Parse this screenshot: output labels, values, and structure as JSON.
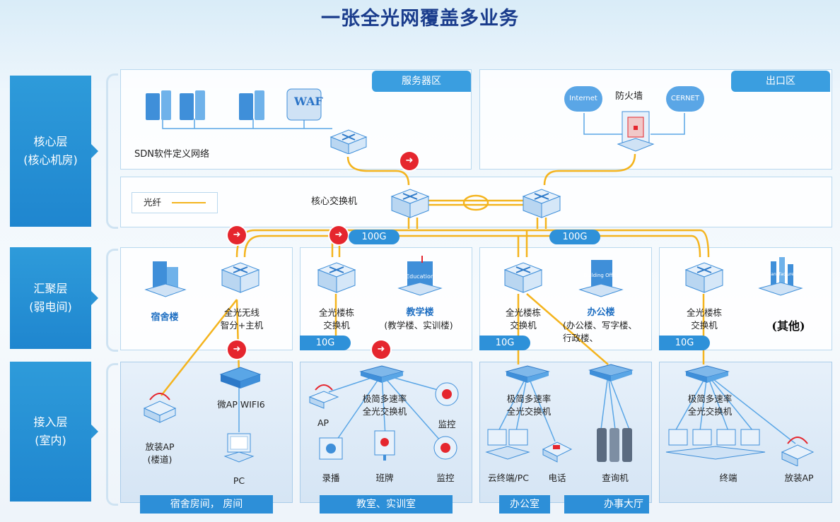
{
  "title": "一张全光网覆盖多业务",
  "layers": {
    "core": {
      "line1": "核心层",
      "line2": "(核心机房)"
    },
    "aggregation": {
      "line1": "汇聚层",
      "line2": "(弱电间)"
    },
    "access": {
      "line1": "接入层",
      "line2": "(室内)"
    }
  },
  "core": {
    "server_zone": "服务器区",
    "exit_zone": "出口区",
    "sdn_label": "SDN软件定义网络",
    "firewall": "防火墙",
    "internet": "Internet",
    "cernet": "CERNET",
    "waf_label": "WAF",
    "fiber_legend": "光纤",
    "core_switch": "核心交换机",
    "uplink_left": "100G",
    "uplink_right": "100G"
  },
  "aggregation": {
    "dorm": {
      "building": "宿舍楼",
      "device_l1": "全光无线",
      "device_l2": "智分+主机"
    },
    "teach": {
      "device_l1": "全光楼栋",
      "device_l2": "交换机",
      "building": "教学楼",
      "building_sub": "(教学楼、实训楼)",
      "speed": "10G",
      "icon_text": "Education"
    },
    "office": {
      "device_l1": "全光楼栋",
      "device_l2": "交换机",
      "building": "办公楼",
      "sub_l1": "(办公楼、写字楼、",
      "sub_l2": "行政楼、",
      "speed": "10G",
      "icon_text": "Building Office"
    },
    "other": {
      "device_l1": "全光楼栋",
      "device_l2": "交换机",
      "building": "(其他)",
      "speed": "10G",
      "icon_text": "Manufacture"
    }
  },
  "access": {
    "dorm": {
      "ap_l1": "放装AP",
      "ap_l2": "(楼道)",
      "micro_ap": "微AP WIFI6",
      "pc": "PC",
      "bottom": "宿舍房间，  房间"
    },
    "classroom": {
      "switch_l1": "极简多速率",
      "switch_l2": "全光交换机",
      "ap": "AP",
      "monitor1": "监控",
      "record": "录播",
      "board": "班牌",
      "monitor2": "监控",
      "bottom": "教室、实训室"
    },
    "office": {
      "switch_l1": "极简多速率",
      "switch_l2": "全光交换机",
      "cloud": "云终端/PC",
      "phone": "电话",
      "kiosk": "查询机",
      "bottom1": "办公室",
      "bottom2": "办事大厅"
    },
    "other": {
      "switch_l1": "极简多速率",
      "switch_l2": "全光交换机",
      "terminal": "终端",
      "ap": "放装AP",
      "bottom": ""
    }
  },
  "colors": {
    "fiber": "#f4b41e",
    "accent": "#2e91d9",
    "title": "#1a3c8c",
    "arrow": "#e5262e"
  }
}
